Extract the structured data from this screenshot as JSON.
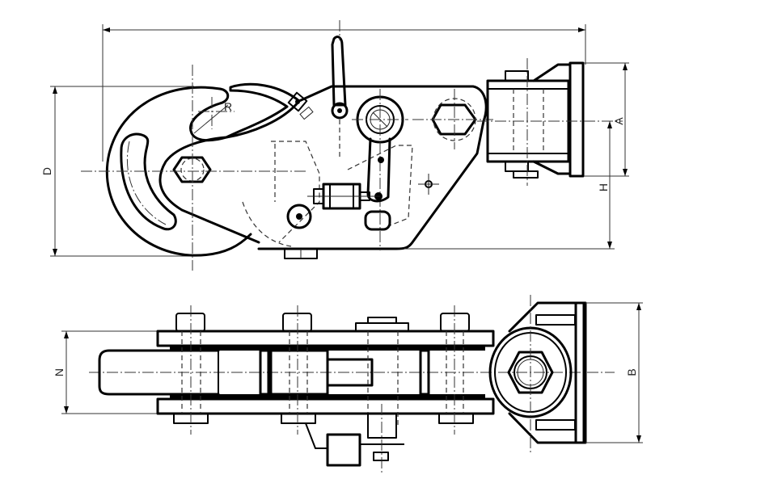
{
  "drawing": {
    "type": "engineering-orthographic-drawing",
    "subject": "towing release hook assembly",
    "views": [
      {
        "name": "front-view",
        "description": "side elevation of hook, latch, release lever and mounting bracket"
      },
      {
        "name": "plan-view",
        "description": "top view showing side plates, bolts, shackle and swivel mount"
      }
    ],
    "dimensions": {
      "D": "D",
      "R": "R",
      "A": "A",
      "H": "H",
      "N": "N",
      "B": "B"
    },
    "colors": {
      "line": "#000000",
      "background": "#ffffff"
    }
  }
}
